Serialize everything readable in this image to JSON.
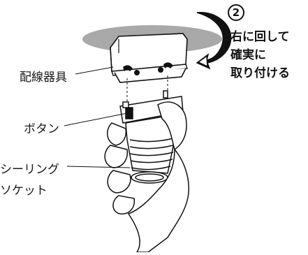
{
  "step": {
    "number": "2",
    "instruction_lines": [
      "右に回して",
      "確実に",
      "取り付ける"
    ]
  },
  "labels": {
    "fixture": "配線器具",
    "button": "ボタン",
    "seal_ring": "シーリング",
    "socket": "ソケット"
  },
  "colors": {
    "ceiling": "#a9a9a9",
    "line": "#111111",
    "arrow": "#111111",
    "fill": "#ffffff"
  }
}
